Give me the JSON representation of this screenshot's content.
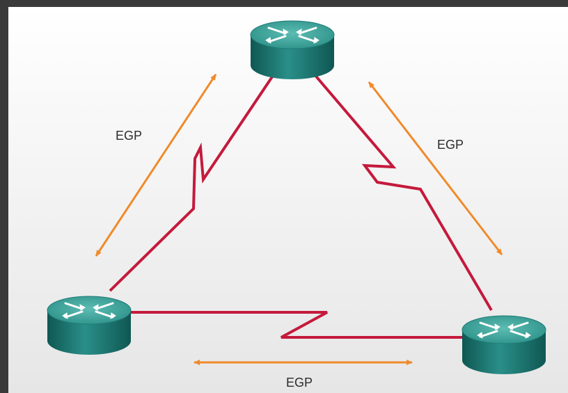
{
  "labels": {
    "left": "EGP",
    "right": "EGP",
    "bottom": "EGP"
  },
  "colors": {
    "frame": "#3a3a3a",
    "background_top": "#ffffff",
    "background_bottom": "#e6e6e6",
    "wan_link": "#c41a3c",
    "egp_arrow": "#f08a2a",
    "router_top": "#3fa39a",
    "router_side": "#1c6f6b",
    "router_symbol": "#ffffff"
  },
  "icons": {
    "router": "router-icon",
    "serial_link": "serial-lightning-link"
  }
}
